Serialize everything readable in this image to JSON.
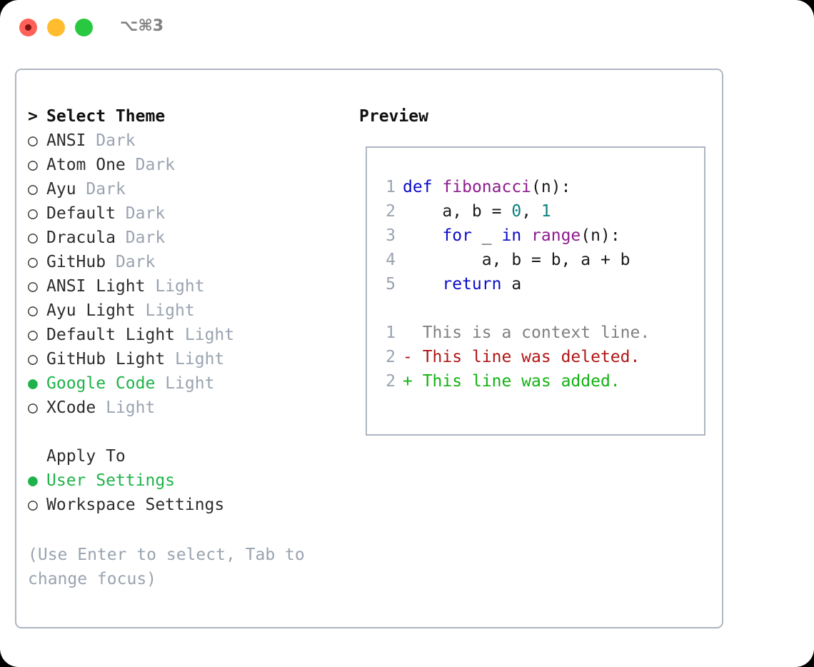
{
  "titlebar": {
    "shortcut": "⌥⌘3",
    "buttons": [
      "close",
      "minimize",
      "maximize"
    ]
  },
  "colors": {
    "selected_green": "#1eb34a",
    "muted_gray": "#9aa3b0",
    "text": "#2d2d2d",
    "border": "#aeb6c2",
    "keyword_blue": "#0b0bc8",
    "function_purple": "#8e1b8e",
    "number_teal": "#0a7f7f",
    "diff_deleted_red": "#b01616",
    "diff_added_green": "#12b312"
  },
  "theme_section": {
    "prompt": ">",
    "title": "Select Theme",
    "items": [
      {
        "marker": "○",
        "name": "ANSI",
        "variant": "Dark",
        "selected": false
      },
      {
        "marker": "○",
        "name": "Atom One",
        "variant": "Dark",
        "selected": false
      },
      {
        "marker": "○",
        "name": "Ayu",
        "variant": "Dark",
        "selected": false
      },
      {
        "marker": "○",
        "name": "Default",
        "variant": "Dark",
        "selected": false
      },
      {
        "marker": "○",
        "name": "Dracula",
        "variant": "Dark",
        "selected": false
      },
      {
        "marker": "○",
        "name": "GitHub",
        "variant": "Dark",
        "selected": false
      },
      {
        "marker": "○",
        "name": "ANSI Light",
        "variant": "Light",
        "selected": false
      },
      {
        "marker": "○",
        "name": "Ayu Light",
        "variant": "Light",
        "selected": false
      },
      {
        "marker": "○",
        "name": "Default Light",
        "variant": "Light",
        "selected": false
      },
      {
        "marker": "○",
        "name": "GitHub Light",
        "variant": "Light",
        "selected": false
      },
      {
        "marker": "●",
        "name": "Google Code",
        "variant": "Light",
        "selected": true
      },
      {
        "marker": "○",
        "name": "XCode",
        "variant": "Light",
        "selected": false
      }
    ]
  },
  "apply_section": {
    "title": "Apply To",
    "items": [
      {
        "marker": "●",
        "name": "User Settings",
        "selected": true
      },
      {
        "marker": "○",
        "name": "Workspace Settings",
        "selected": false
      }
    ]
  },
  "hint": "(Use Enter to select, Tab to change focus)",
  "preview": {
    "title": "Preview",
    "code_lines": [
      {
        "num": "1",
        "tokens": [
          {
            "t": "def",
            "c": "kw"
          },
          {
            "t": " ",
            "c": "plain"
          },
          {
            "t": "fibonacci",
            "c": "fn"
          },
          {
            "t": "(n):",
            "c": "plain"
          }
        ]
      },
      {
        "num": "2",
        "tokens": [
          {
            "t": "    a, b = ",
            "c": "plain"
          },
          {
            "t": "0",
            "c": "num"
          },
          {
            "t": ", ",
            "c": "plain"
          },
          {
            "t": "1",
            "c": "num"
          }
        ]
      },
      {
        "num": "3",
        "tokens": [
          {
            "t": "    ",
            "c": "plain"
          },
          {
            "t": "for",
            "c": "kw"
          },
          {
            "t": " _ ",
            "c": "plain"
          },
          {
            "t": "in",
            "c": "kw"
          },
          {
            "t": " ",
            "c": "plain"
          },
          {
            "t": "range",
            "c": "fn"
          },
          {
            "t": "(n):",
            "c": "plain"
          }
        ]
      },
      {
        "num": "4",
        "tokens": [
          {
            "t": "        a, b = b, a + b",
            "c": "plain"
          }
        ]
      },
      {
        "num": "5",
        "tokens": [
          {
            "t": "    ",
            "c": "plain"
          },
          {
            "t": "return",
            "c": "kw"
          },
          {
            "t": " a",
            "c": "plain"
          }
        ]
      }
    ],
    "diff_lines": [
      {
        "num": "1",
        "sign": " ",
        "text": " This is a context line.",
        "c": "ctx"
      },
      {
        "num": "2",
        "sign": "-",
        "text": " This line was deleted.",
        "c": "del"
      },
      {
        "num": "2",
        "sign": "+",
        "text": " This line was added.",
        "c": "add"
      }
    ]
  }
}
